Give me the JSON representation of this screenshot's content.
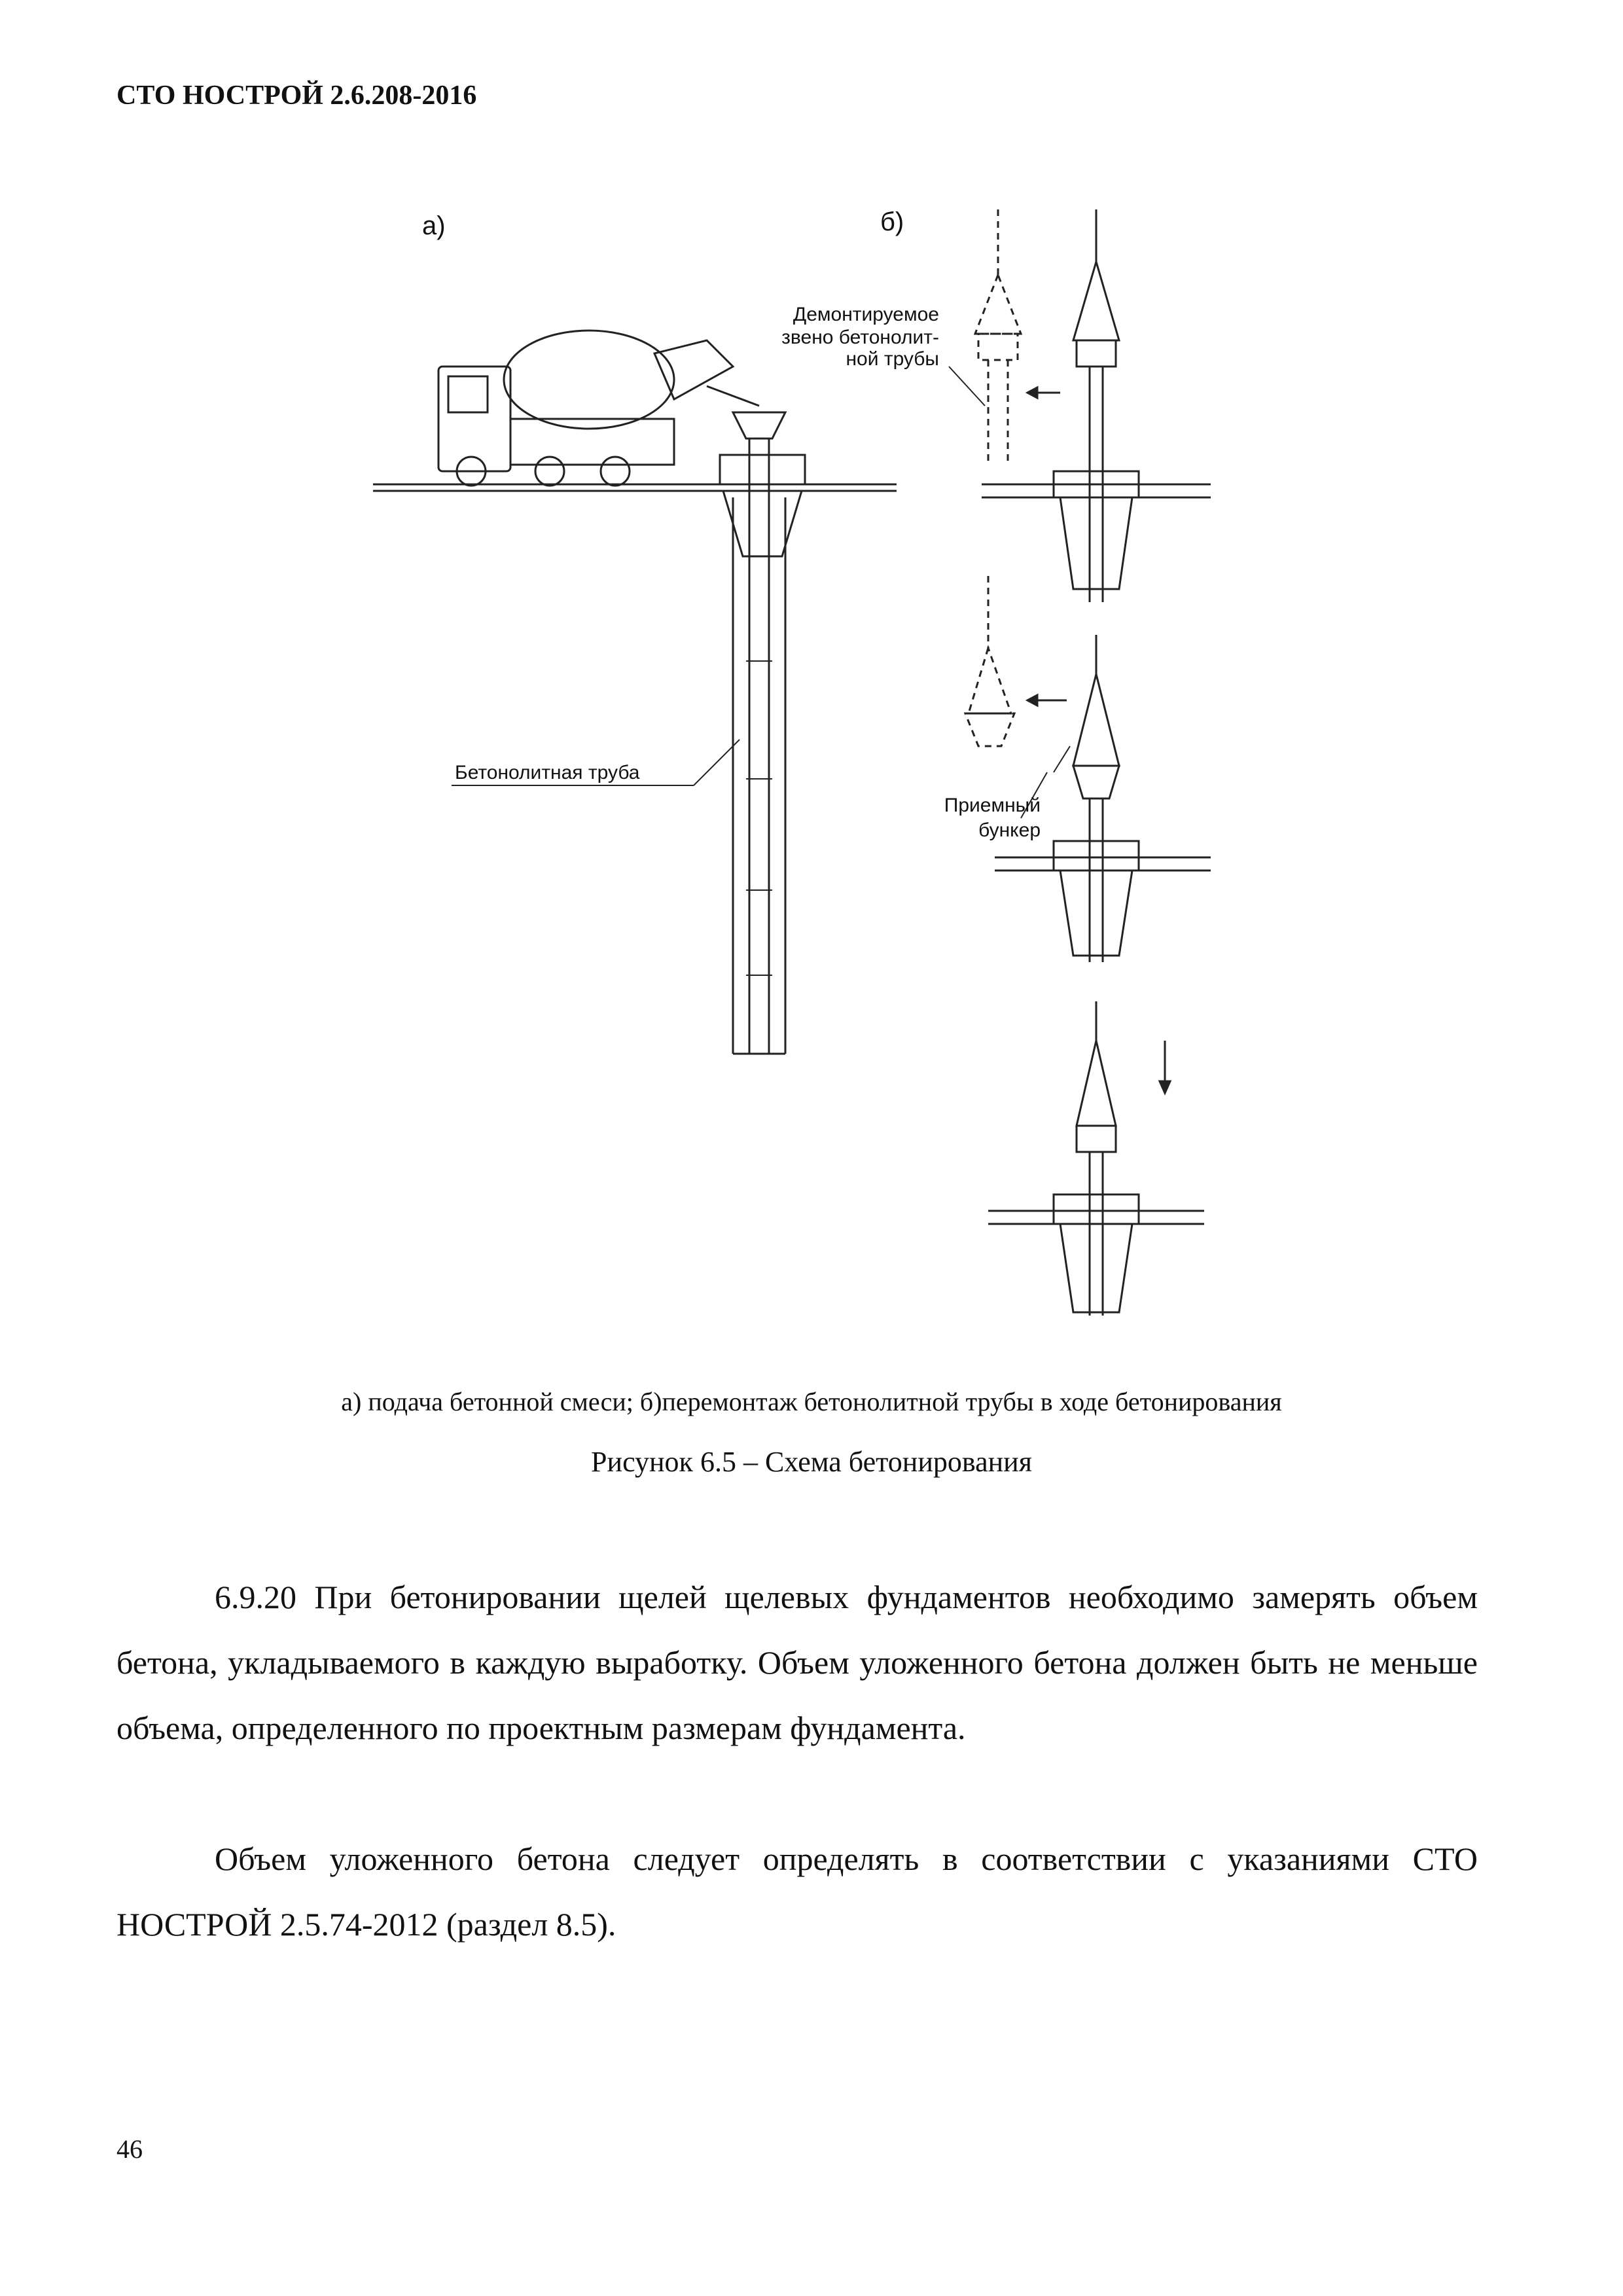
{
  "header": {
    "title": "СТО НОСТРОЙ 2.6.208-2016"
  },
  "figure": {
    "panel_a_label": "а)",
    "panel_b_label": "б)",
    "label_dismantled_line1": "Демонтируемое",
    "label_dismantled_line2": "звено бетонолит-",
    "label_dismantled_line3": "ной трубы",
    "label_pipe": "Бетонолитная труба",
    "label_hopper_line1": "Приемный",
    "label_hopper_line2": "бункер"
  },
  "caption": {
    "subtitle": "а) подача бетонной смеси; б)перемонтаж бетонолитной трубы в ходе бетонирования",
    "title": "Рисунок 6.5 – Схема бетонирования"
  },
  "body": {
    "paragraph1": "6.9.20 При бетонировании щелей щелевых фундаментов необходимо замерять объем бетона, укладываемого в каждую выработку. Объем уложенного бетона должен быть не меньше объема, определенного по проектным размерам фундамента.",
    "paragraph2": "Объем уложенного бетона следует определять в соответствии с указаниями СТО НОСТРОЙ 2.5.74-2012 (раздел 8.5)."
  },
  "footer": {
    "page_number": "46"
  }
}
